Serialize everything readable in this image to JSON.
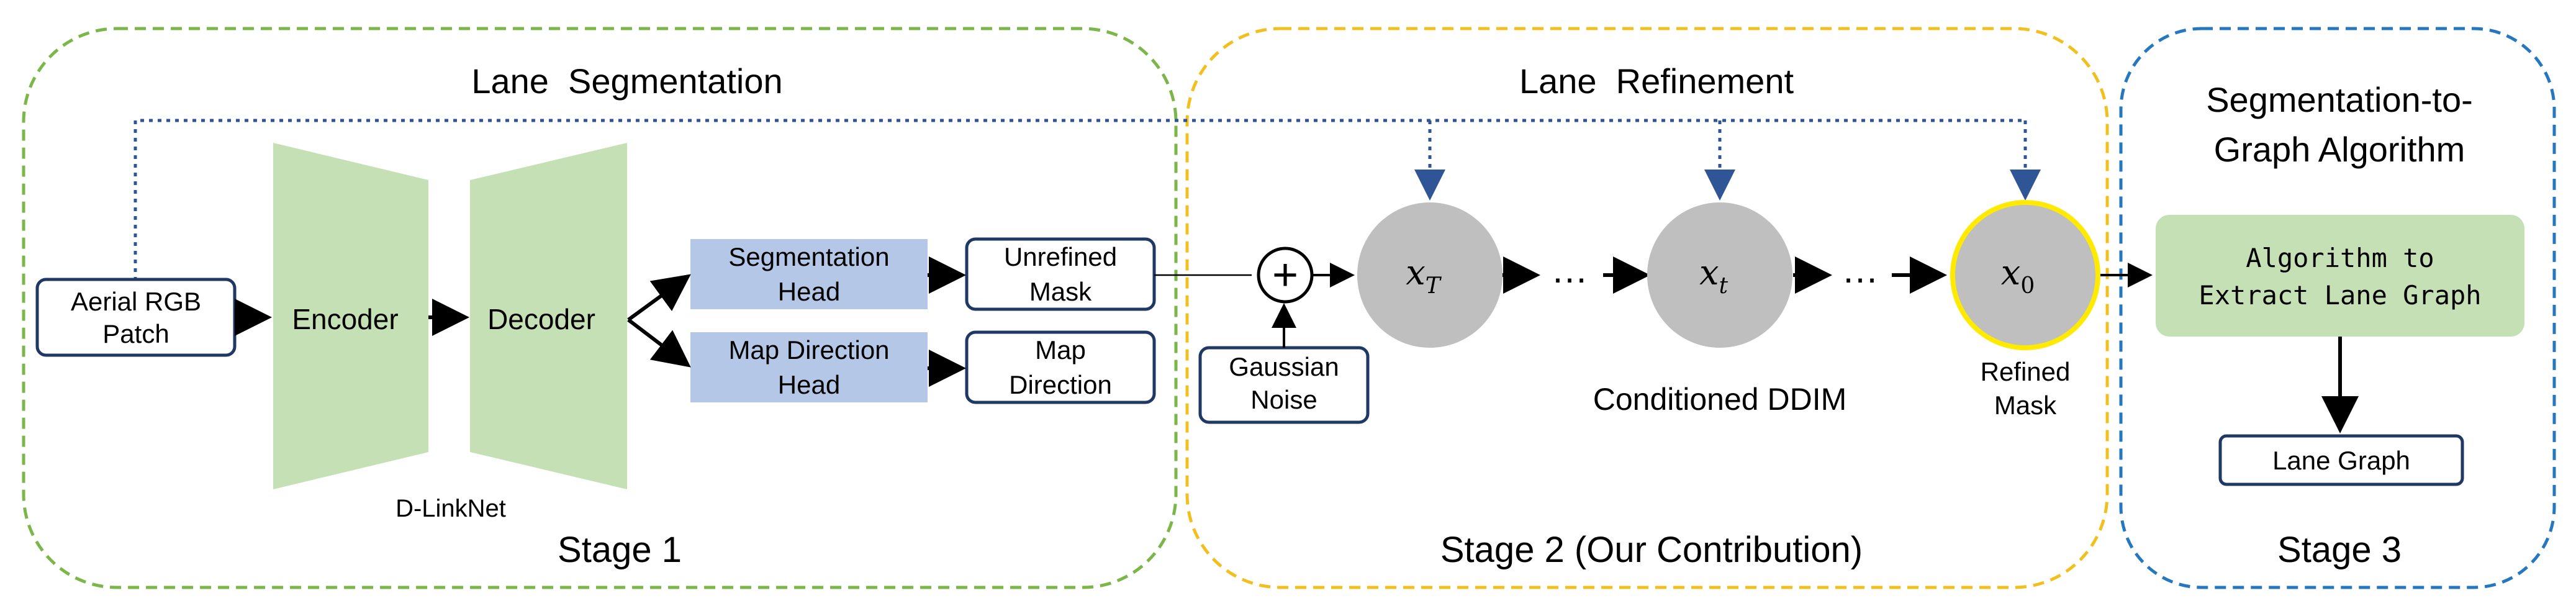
{
  "colors": {
    "stage1_border": "#7ab648",
    "stage2_border": "#f2c01e",
    "stage3_border": "#2577c0",
    "box_border": "#1f3864",
    "green_fill": "#c5e0b4",
    "blue_fill": "#b4c7e7",
    "gray_circle": "#bfbfbf",
    "refined_ring": "#ffea00",
    "dotted_line": "#2f5597",
    "arrow": "#000000"
  },
  "stage1": {
    "title": "Lane  Segmentation",
    "footer": "Stage 1",
    "input_line1": "Aerial RGB",
    "input_line2": "Patch",
    "encoder": "Encoder",
    "decoder": "Decoder",
    "network_label": "D-LinkNet",
    "seg_head_line1": "Segmentation",
    "seg_head_line2": "Head",
    "dir_head_line1": "Map Direction",
    "dir_head_line2": "Head",
    "unrefined_line1": "Unrefined",
    "unrefined_line2": "Mask",
    "map_dir_line1": "Map",
    "map_dir_line2": "Direction"
  },
  "stage2": {
    "title": "Lane  Refinement",
    "footer": "Stage 2 (Our Contribution)",
    "plus": "+",
    "noise_line1": "Gaussian",
    "noise_line2": "Noise",
    "xT_base": "x",
    "xT_sub": "T",
    "xt_base": "x",
    "xt_sub": "t",
    "x0_base": "x",
    "x0_sub": "0",
    "ellipsis": "…",
    "ddim_label": "Conditioned DDIM",
    "refined_line1": "Refined",
    "refined_line2": "Mask"
  },
  "stage3": {
    "title_line1": "Segmentation-to-",
    "title_line2": "Graph Algorithm",
    "footer": "Stage 3",
    "algo_line1": "Algorithm to",
    "algo_line2": "Extract Lane Graph",
    "graph_label": "Lane Graph"
  }
}
